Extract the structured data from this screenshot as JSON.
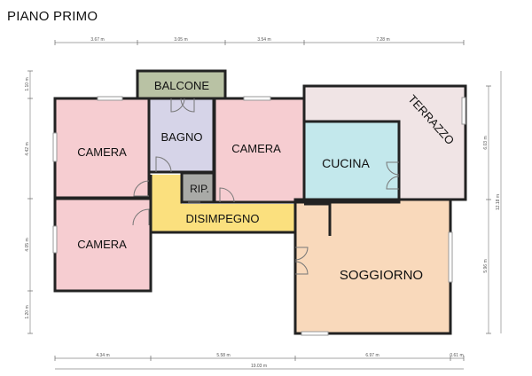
{
  "title": "PIANO PRIMO",
  "colors": {
    "camera": "#f6cdd1",
    "bagno": "#d6d4e8",
    "balcone": "#b9c2a4",
    "rip": "#a9aaa7",
    "terrazzo": "#f0e4e5",
    "cucina": "#c3e8ec",
    "disimpegno": "#fbe07e",
    "soggiorno": "#f9d9bb",
    "wall": "#222222"
  },
  "rooms": {
    "camera_1": "CAMERA",
    "camera_2": "CAMERA",
    "camera_3": "CAMERA",
    "bagno": "BAGNO",
    "balcone": "BALCONE",
    "rip": "RIP.",
    "terrazzo": "TERRAZZO",
    "cucina": "CUCINA",
    "disimpegno": "DISIMPEGNO",
    "soggiorno": "SOGGIORNO"
  },
  "dimensions": {
    "top": [
      "3.67 m",
      "3.05 m",
      "3.54 m",
      "7.28 m"
    ],
    "bottom": [
      "4.34 m",
      "5.58 m",
      "6.97 m",
      "0.61 m"
    ],
    "total": "19.03 m",
    "left": [
      "1.10 m",
      "4.42 m",
      "4.05 m",
      "1.20 m"
    ],
    "right": [
      "6.03 m",
      "5.96 m",
      "12.18 m"
    ]
  }
}
